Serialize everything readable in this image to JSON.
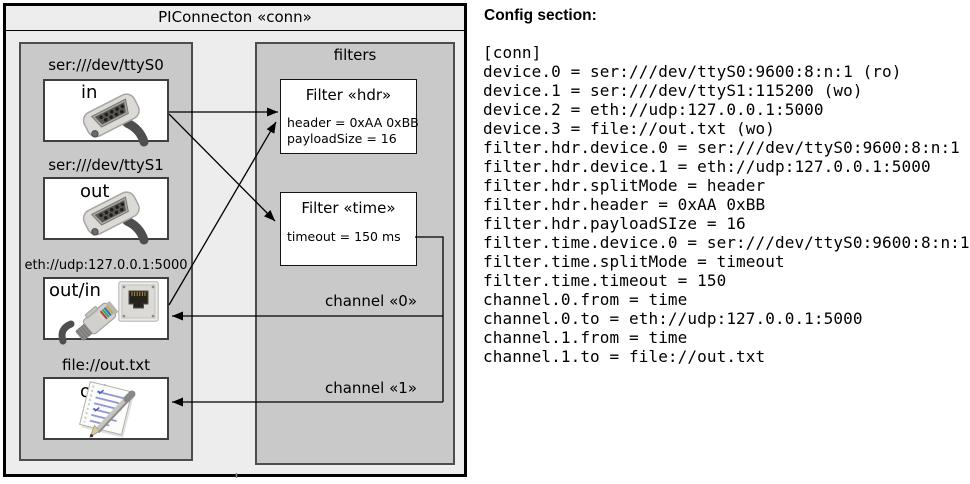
{
  "window": {
    "title": "PIConnecton «conn»"
  },
  "diagram": {
    "devices_panel": {
      "devices": [
        {
          "uri": "ser:///dev/ttyS0",
          "direction": "in",
          "icon": "db9-serial-connector"
        },
        {
          "uri": "ser:///dev/ttyS1",
          "direction": "out",
          "icon": "db9-serial-connector"
        },
        {
          "uri": "eth://udp:127.0.0.1:5000",
          "direction": "out/in",
          "icon": "ethernet-jack-rj45-cable"
        },
        {
          "uri": "file://out.txt",
          "direction": "out",
          "icon": "notepad-pencil"
        }
      ]
    },
    "filters_panel": {
      "title": "filters",
      "filters": [
        {
          "title": "Filter «hdr»",
          "attributes": [
            "header = 0xAA 0xBB",
            "payloadSize = 16"
          ]
        },
        {
          "title": "Filter «time»",
          "attributes": [
            "timeout = 150 ms"
          ]
        }
      ]
    },
    "channels": [
      {
        "label": "channel «0»"
      },
      {
        "label": "channel «1»"
      }
    ],
    "colors": {
      "canvas_fill": "#ededed",
      "panel_fill": "#c9c9c9",
      "box_fill": "#ffffff",
      "line": "#000000"
    }
  },
  "config": {
    "heading": "Config section:",
    "lines": [
      "[conn]",
      "device.0 = ser:///dev/ttyS0:9600:8:n:1 (ro)",
      "device.1 = ser:///dev/ttyS1:115200 (wo)",
      "device.2 = eth://udp:127.0.0.1:5000",
      "device.3 = file://out.txt (wo)",
      "filter.hdr.device.0 = ser:///dev/ttyS0:9600:8:n:1",
      "filter.hdr.device.1 = eth://udp:127.0.0.1:5000",
      "filter.hdr.splitMode = header",
      "filter.hdr.header = 0xAA 0xBB",
      "filter.hdr.payloadSIze = 16",
      "filter.time.device.0 = ser:///dev/ttyS0:9600:8:n:1",
      "filter.time.splitMode = timeout",
      "filter.time.timeout = 150",
      "channel.0.from = time",
      "channel.0.to = eth://udp:127.0.0.1:5000",
      "channel.1.from = time",
      "channel.1.to = file://out.txt"
    ]
  }
}
